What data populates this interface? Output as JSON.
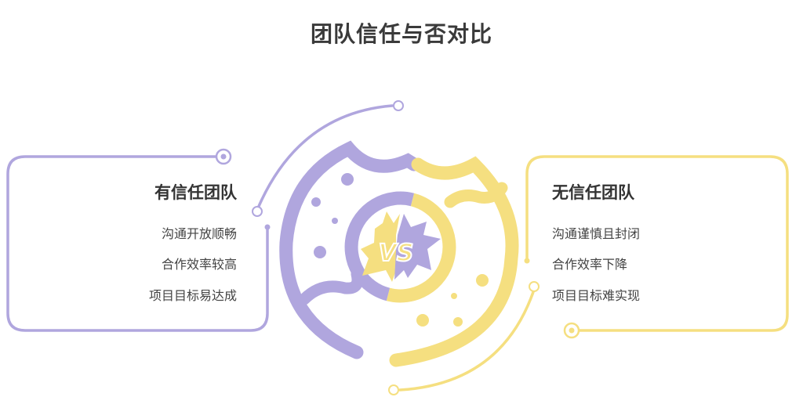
{
  "title": "团队信任与否对比",
  "colors": {
    "purple": "#b0a6de",
    "yellow": "#f5df80",
    "title_text": "#3a3a3a",
    "body_text": "#444444"
  },
  "left_card": {
    "heading": "有信任团队",
    "items": [
      "沟通开放顺畅",
      "合作效率较高",
      "项目目标易达成"
    ]
  },
  "right_card": {
    "heading": "无信任团队",
    "items": [
      "沟通谨慎且封闭",
      "合作效率下降",
      "项目目标难实现"
    ]
  },
  "center": {
    "badge_text": "VS",
    "icon": "bitten-donut-vs-icon"
  }
}
